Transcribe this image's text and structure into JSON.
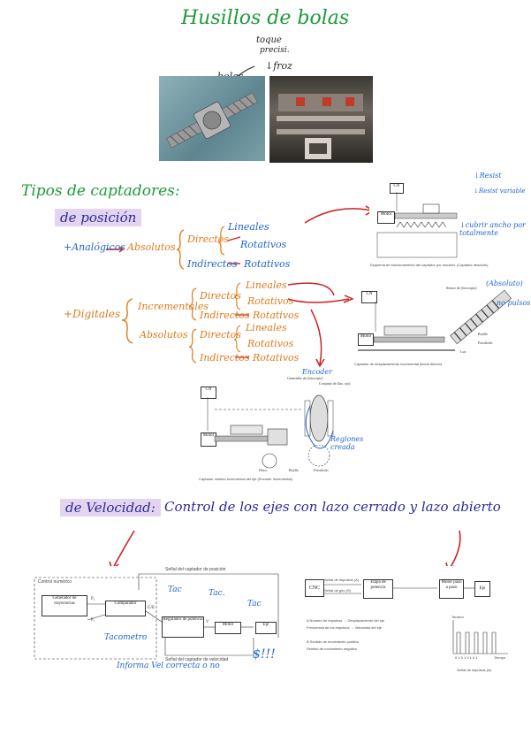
{
  "title": "Husillos de bolas",
  "ballscrew_labels": {
    "bolas": "bolas",
    "toque": "toque",
    "precisa": "precisi.",
    "friccion": "↓froz"
  },
  "section_title": "Tipos de captadores:",
  "posicion_title": "de posición",
  "analogicos": {
    "label": "+Analógicos",
    "absolutos": "Absolutos",
    "directos": "Directos",
    "lineales": "Lineales",
    "rotativos": "Rotativos",
    "indirectos": "Indirectos",
    "rotativos2": "Rotativos"
  },
  "digitales": {
    "label": "+Digitales",
    "incrementales": "Incrementales",
    "absolutos": "Absolutos",
    "directos": "Directos",
    "lineales": "Lineales",
    "rotativos": "Rotativos",
    "indirectos": "Indirectos",
    "rotativos_b": "Rotativos",
    "abs_directos": "Directos",
    "abs_lineales": "Lineales",
    "abs_rotativos": "Rotativos",
    "abs_indirectos": "Indirectos",
    "abs_rotativos2": "Rotativos"
  },
  "fig1": {
    "cnc": "CN",
    "motor": "Motor",
    "caption": "Esquema de funcionamiento del captador por resolver. (Captador absoluto)",
    "notes": [
      "↓Resist",
      "↓Resist variable",
      "↓cubrir ancho por totalmente"
    ]
  },
  "fig2": {
    "cnc": "CN",
    "motor": "Motor",
    "caption": "Captador de desplazamiento incremental (lineal directo)",
    "labels": [
      "Sensor de (fotocopia)",
      "Rejilla",
      "Fotodiodo",
      "Luz"
    ],
    "notes": [
      "(Absoluto)",
      "no pulsos"
    ]
  },
  "fig3": {
    "cnc": "CN",
    "motor": "Motor",
    "caption": "Captador rotativo incremental del eje (Encoder incremental)",
    "labels": [
      "Generador de (fotocopia)",
      "Conjunto de (luz, ojo)",
      "Disco",
      "Rejilla",
      "Fotodiodo"
    ],
    "notes": [
      "Encoder",
      "Regiones creada"
    ]
  },
  "velocidad_title": "de Velocidad:",
  "velocidad_text": "Control de los ejes con lazo cerrado y lazo abierto",
  "fig4": {
    "header": "Señal del captador de posición",
    "control": "Control numérico",
    "generador": "Generador de trayectorias",
    "comparador": "Comparador",
    "regulador": "Regulador de potencia",
    "motor": "Motor",
    "eje": "Eje",
    "vel": "Señal del captador de velocidad",
    "p1": "P₁",
    "p2": "P₂",
    "ge": "G/E",
    "v": "V",
    "notes": [
      "Tac",
      "Tac.",
      "Tac",
      "Tacometro",
      "Informa Vel correcta o no",
      "$!!!"
    ]
  },
  "fig5": {
    "cnc": "CNC",
    "impulsos": "Señal de impulsos (A)",
    "sentido": "Señal de giro (S)",
    "etapa": "Etapa de potencia",
    "motor": "Motor paso a paso",
    "eje": "Eje",
    "legend": [
      "A Número de impulsos  →  Desplazamiento del eje",
      "   Frecuencia de los impulsos  →  Velocidad del eje",
      "B  Sentido de movimiento positivo",
      "   Sentido de movimiento negativo"
    ],
    "tension": "Tensión",
    "tiempo": "Tiempo",
    "bits": "0 1 0 1 0 1 0 1",
    "pulses_caption": "Señal de impulsos (A)"
  }
}
